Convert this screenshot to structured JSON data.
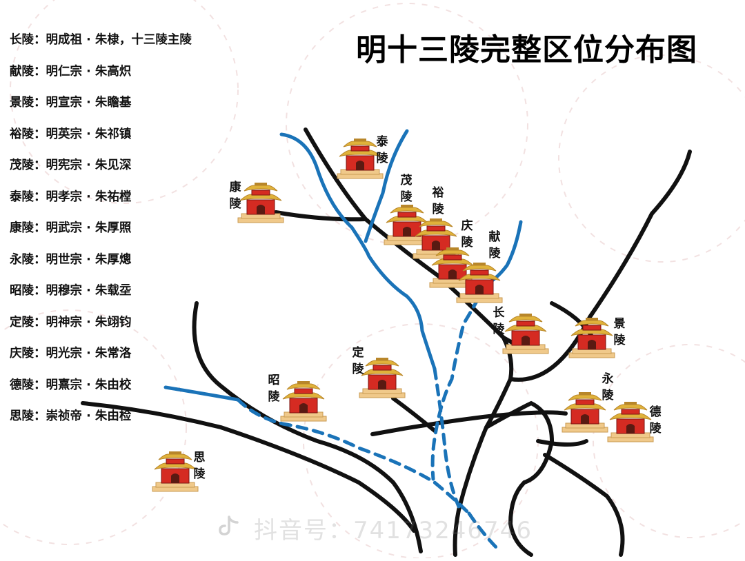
{
  "title": "明十三陵完整区位分布图",
  "legend": [
    {
      "text": "长陵：明成祖 · 朱棣，十三陵主陵"
    },
    {
      "text": "献陵：明仁宗 · 朱高炽"
    },
    {
      "text": "景陵：明宣宗 · 朱瞻基"
    },
    {
      "text": "裕陵：明英宗 · 朱祁镇"
    },
    {
      "text": "茂陵：明宪宗 · 朱见深"
    },
    {
      "text": "泰陵：明孝宗 · 朱祐樘"
    },
    {
      "text": "康陵：明武宗 · 朱厚照"
    },
    {
      "text": "永陵：明世宗 · 朱厚熜"
    },
    {
      "text": "昭陵：明穆宗 · 朱载坖"
    },
    {
      "text": "定陵：明神宗 · 朱翊钧"
    },
    {
      "text": "庆陵：明光宗 · 朱常洛"
    },
    {
      "text": "德陵：明熹宗 · 朱由校"
    },
    {
      "text": "思陵：崇祯帝 · 朱由检"
    }
  ],
  "tombs": [
    {
      "key": "tai",
      "label": "泰陵"
    },
    {
      "key": "kang",
      "label": "康陵"
    },
    {
      "key": "mao",
      "label": "茂陵"
    },
    {
      "key": "yu",
      "label": "裕陵"
    },
    {
      "key": "qing",
      "label": "庆陵"
    },
    {
      "key": "xian",
      "label": "献陵"
    },
    {
      "key": "chang",
      "label": "长陵"
    },
    {
      "key": "jing",
      "label": "景陵"
    },
    {
      "key": "ding",
      "label": "定陵"
    },
    {
      "key": "zhao",
      "label": "昭陵"
    },
    {
      "key": "yong",
      "label": "永陵"
    },
    {
      "key": "de",
      "label": "德陵"
    },
    {
      "key": "si",
      "label": "思陵"
    }
  ],
  "watermark": {
    "text": "抖音号：74173246746",
    "icon": "douyin-logo-icon"
  },
  "colors": {
    "road": "#111111",
    "river": "#1a73b8",
    "roof": "#e0b23a",
    "roof_dark": "#b8862a",
    "wall": "#d52b22",
    "base": "#f0c98a",
    "base_dark": "#c99a52",
    "door": "#5a1a12",
    "watermark_seal": "#e8c9c9"
  }
}
